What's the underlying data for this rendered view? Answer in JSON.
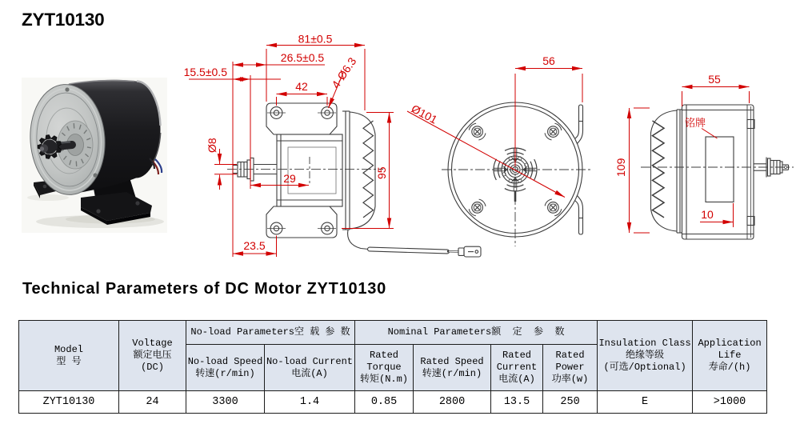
{
  "title": "ZYT10130",
  "section_heading": "Technical Parameters of DC Motor ZYT10130",
  "colors": {
    "dimension_red": "#d20000",
    "drawing_line": "#3c3c3c",
    "table_header_bg": "#dee4ee",
    "table_border": "#1c1c1c"
  },
  "photo": {
    "description": "dc-motor-product-photo"
  },
  "drawings": {
    "side_view_left": {
      "dims": {
        "overall_length": "81±0.5",
        "front_offset": "26.5±0.5",
        "shaft_length": "15.5±0.5",
        "hole_spacing_horizontal": "42",
        "mount_holes": "4-Ø6.3",
        "shaft_diameter": "Ø8",
        "shaft_to_body": "29",
        "hole_spacing_vertical": "95",
        "shaft_to_holes": "23.5"
      }
    },
    "front_view": {
      "dims": {
        "body_diameter": "Ø101",
        "bracket_offset": "56"
      }
    },
    "side_view_right": {
      "dims": {
        "body_length": "55",
        "body_height": "109",
        "nameplate_offset": "10"
      },
      "nameplate_label": "铭牌"
    }
  },
  "table": {
    "headers": {
      "model": "Model\n型 号",
      "voltage": "Voltage\n额定电压\n(DC)",
      "noload_group": "No-load Parameters空 载 参 数",
      "noload_speed": "No-load Speed\n转速(r/min)",
      "noload_current": "No-load Current\n电流(A)",
      "nominal_group": "Nominal Parameters额  定  参  数",
      "rated_torque": "Rated\nTorque\n转矩(N.m)",
      "rated_speed": "Rated Speed\n转速(r/min)",
      "rated_current": "Rated\nCurrent\n电流(A)",
      "rated_power": "Rated\nPower\n功率(w)",
      "insulation_class": "Insulation Class\n绝缘等级\n(可选/Optional)",
      "application_life": "Application\nLife\n寿命/(h)"
    },
    "row": {
      "model": "ZYT10130",
      "voltage": "24",
      "noload_speed": "3300",
      "noload_current": "1.4",
      "rated_torque": "0.85",
      "rated_speed": "2800",
      "rated_current": "13.5",
      "rated_power": "250",
      "insulation_class": "E",
      "application_life": ">1000"
    }
  }
}
